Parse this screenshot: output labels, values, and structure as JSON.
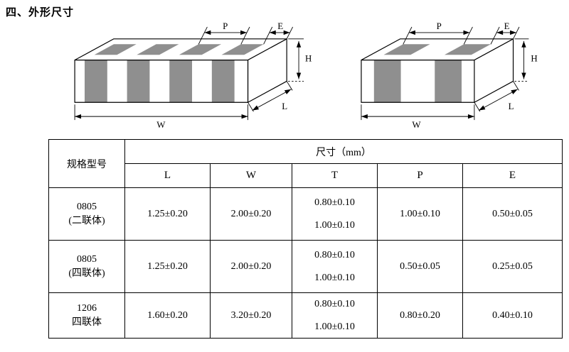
{
  "page": {
    "title": "四、外形尺寸"
  },
  "colors": {
    "pad_gray": "#8f8f8f"
  },
  "diagrams": {
    "left": {
      "p": "P",
      "e": "E",
      "h": "H",
      "l": "L",
      "w": "W"
    },
    "right": {
      "p": "P",
      "e": "E",
      "h": "H",
      "l": "L",
      "w": "W"
    }
  },
  "table": {
    "spec_header": "规格型号",
    "dim_header": "尺寸（mm）",
    "columns": [
      "L",
      "W",
      "T",
      "P",
      "E"
    ],
    "rows": [
      {
        "model": [
          "0805",
          "(二联体)"
        ],
        "l": "1.25±0.20",
        "w": "2.00±0.20",
        "t": [
          "0.80±0.10",
          "1.00±0.10"
        ],
        "p": "1.00±0.10",
        "e": "0.50±0.05"
      },
      {
        "model": [
          "0805",
          "(四联体)"
        ],
        "l": "1.25±0.20",
        "w": "2.00±0.20",
        "t": [
          "0.80±0.10",
          "1.00±0.10"
        ],
        "p": "0.50±0.05",
        "e": "0.25±0.05"
      },
      {
        "model": [
          "1206",
          "四联体"
        ],
        "l": "1.60±0.20",
        "w": "3.20±0.20",
        "t": [
          "0.80±0.10",
          "1.00±0.10"
        ],
        "p": "0.80±0.20",
        "e": "0.40±0.10"
      }
    ]
  }
}
